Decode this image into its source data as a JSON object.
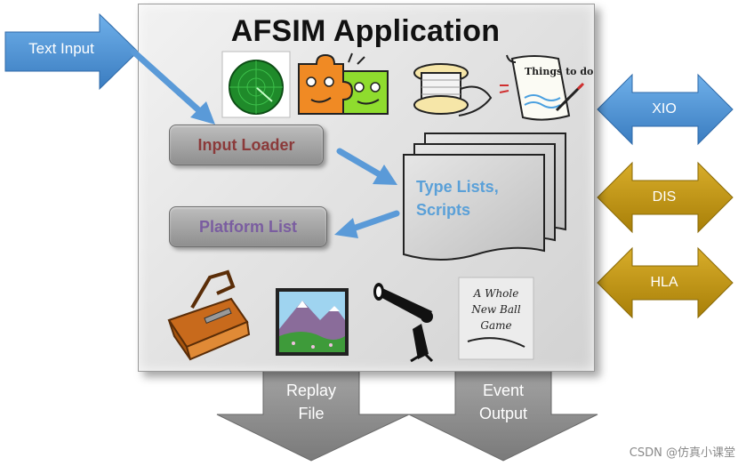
{
  "title": "AFSIM Application",
  "inputs": {
    "text_input": "Text Input"
  },
  "internals": {
    "input_loader": "Input Loader",
    "platform_list": "Platform List",
    "type_lists": "Type Lists, Scripts"
  },
  "interfaces": [
    {
      "label": "XIO",
      "color": "#4a90d0"
    },
    {
      "label": "DIS",
      "color": "#c0950e"
    },
    {
      "label": "HLA",
      "color": "#c0950e"
    }
  ],
  "outputs": {
    "replay_file_line1": "Replay",
    "replay_file_line2": "File",
    "event_output_line1": "Event",
    "event_output_line2": "Output"
  },
  "icons": [
    "radar-scope-icon",
    "puzzle-pieces-icon",
    "thread-spool-icon",
    "things-to-do-scroll-icon",
    "toolbox-icon",
    "mountain-landscape-icon",
    "megaphone-icon",
    "whole-new-ball-game-icon"
  ],
  "things_to_do_text": "Things to do",
  "ball_game_text": "A Whole New Ball Game",
  "watermark": "CSDN @仿真小课堂",
  "colors": {
    "blue_arrow": "#4a90d0",
    "gold_arrow": "#c0950e",
    "gray_arrow": "#8c8c8c",
    "input_loader_text": "#8b3a3a",
    "platform_list_text": "#7a5da0",
    "type_lists_text": "#5aa0d8"
  }
}
